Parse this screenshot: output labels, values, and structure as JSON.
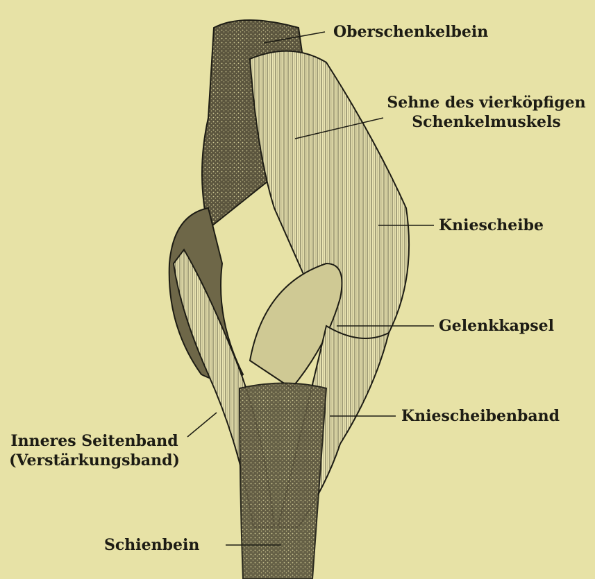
{
  "labels": {
    "femur": "Oberschenkelbein",
    "tendon_line1": "Sehne des vierköpfigen",
    "tendon_line2": "Schenkelmuskels",
    "patella": "Kniescheibe",
    "capsule": "Gelenkkapsel",
    "patellar_ligament": "Kniescheibenband",
    "medial_ligament_line1": "Inneres Seitenband",
    "medial_ligament_line2": "(Verstärkungsband)",
    "tibia": "Schienbein"
  },
  "colors": {
    "paper": "#e7e2a6",
    "ink": "#1d1c14",
    "bone_shade": "#4a4533"
  }
}
